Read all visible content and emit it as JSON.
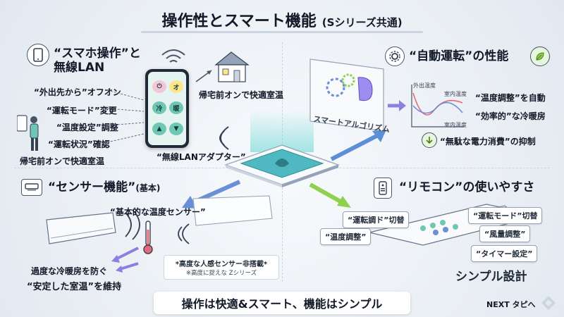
{
  "title": {
    "main": "操作性とスマート機能",
    "sub": "(Sシリーズ共通)"
  },
  "smartphone": {
    "title_line1": "“スマホ操作”と",
    "title_line2": "無線LAN",
    "items": [
      "“外出先から”オフオン",
      "“運転モード”変更",
      "“温度設定”調整",
      "“運転状況”確認"
    ],
    "bottom_left": "帰宅前オンで快適室温",
    "house_caption": "帰宅前オンで快適室温",
    "adapter_label": "“無線LANアダプター”",
    "phone_buttons": [
      "⏻",
      "オ",
      "冷",
      "暖",
      "▲",
      "▼"
    ]
  },
  "auto": {
    "title": "“自動運転”の性能",
    "algo_label": "スマートアルゴリズム",
    "graph_top_label": "外出温度",
    "graph_mid_label": "室内温度",
    "graph_low_label": "室内温度",
    "point1": "“温度調整”を自動",
    "point2": "“効率的”な冷暖房",
    "point3": "“無駄な電力消費”の抑制"
  },
  "sensor": {
    "title": "“センサー機能”",
    "title_sub": "(基本)",
    "sensor_label": "“基本的な温度センサー”",
    "note_line1": "*高度な人感センサー非搭載*",
    "note_line2": "※高度に捉えな Zシリーズ",
    "bottom_line1": "過度な冷暖房を防ぐ",
    "bottom_line2": "“安定した室温”を維持"
  },
  "remote": {
    "title": "“リモコン”の使いやすさ",
    "tags": [
      "“運転調ド”切替",
      "“温度調整”",
      "“運転モード”切替",
      "“風量調整”",
      "“タイマー設定”"
    ],
    "design": "シンプル設計"
  },
  "footer": {
    "tagline": "操作は快適&スマート、機能はシンプル",
    "next": "NEXT タピへ"
  },
  "colors": {
    "accent_teal": "#5fbfae",
    "accent_blue": "#6b8fd6",
    "accent_purple": "#8f7ee0",
    "accent_green": "#8fd14f"
  },
  "icons": [
    "smartphone-icon",
    "wifi-icon",
    "house-icon",
    "person-icon",
    "brain-icon",
    "gear-icon",
    "leaf-icon",
    "air-conditioner-icon",
    "thermometer-icon",
    "remote-control-icon",
    "down-arrow-icon"
  ]
}
